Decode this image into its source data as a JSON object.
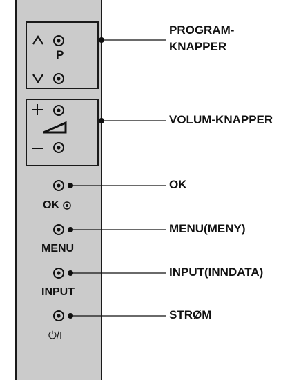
{
  "panel": {
    "group_program": {
      "label": "P"
    },
    "ok_button_label": "OK",
    "menu_button_label": "MENU",
    "input_button_label": "INPUT",
    "power_button_label": "⏻/I"
  },
  "callouts": {
    "program": [
      "PROGRAM-",
      "KNAPPER"
    ],
    "volume": "VOLUM-KNAPPER",
    "ok": "OK",
    "menu": "MENU(MENY)",
    "input": "INPUT(INNDATA)",
    "power": "STRØM"
  },
  "colors": {
    "panel": "#cbcbcb",
    "line": "#1a1a1a"
  }
}
